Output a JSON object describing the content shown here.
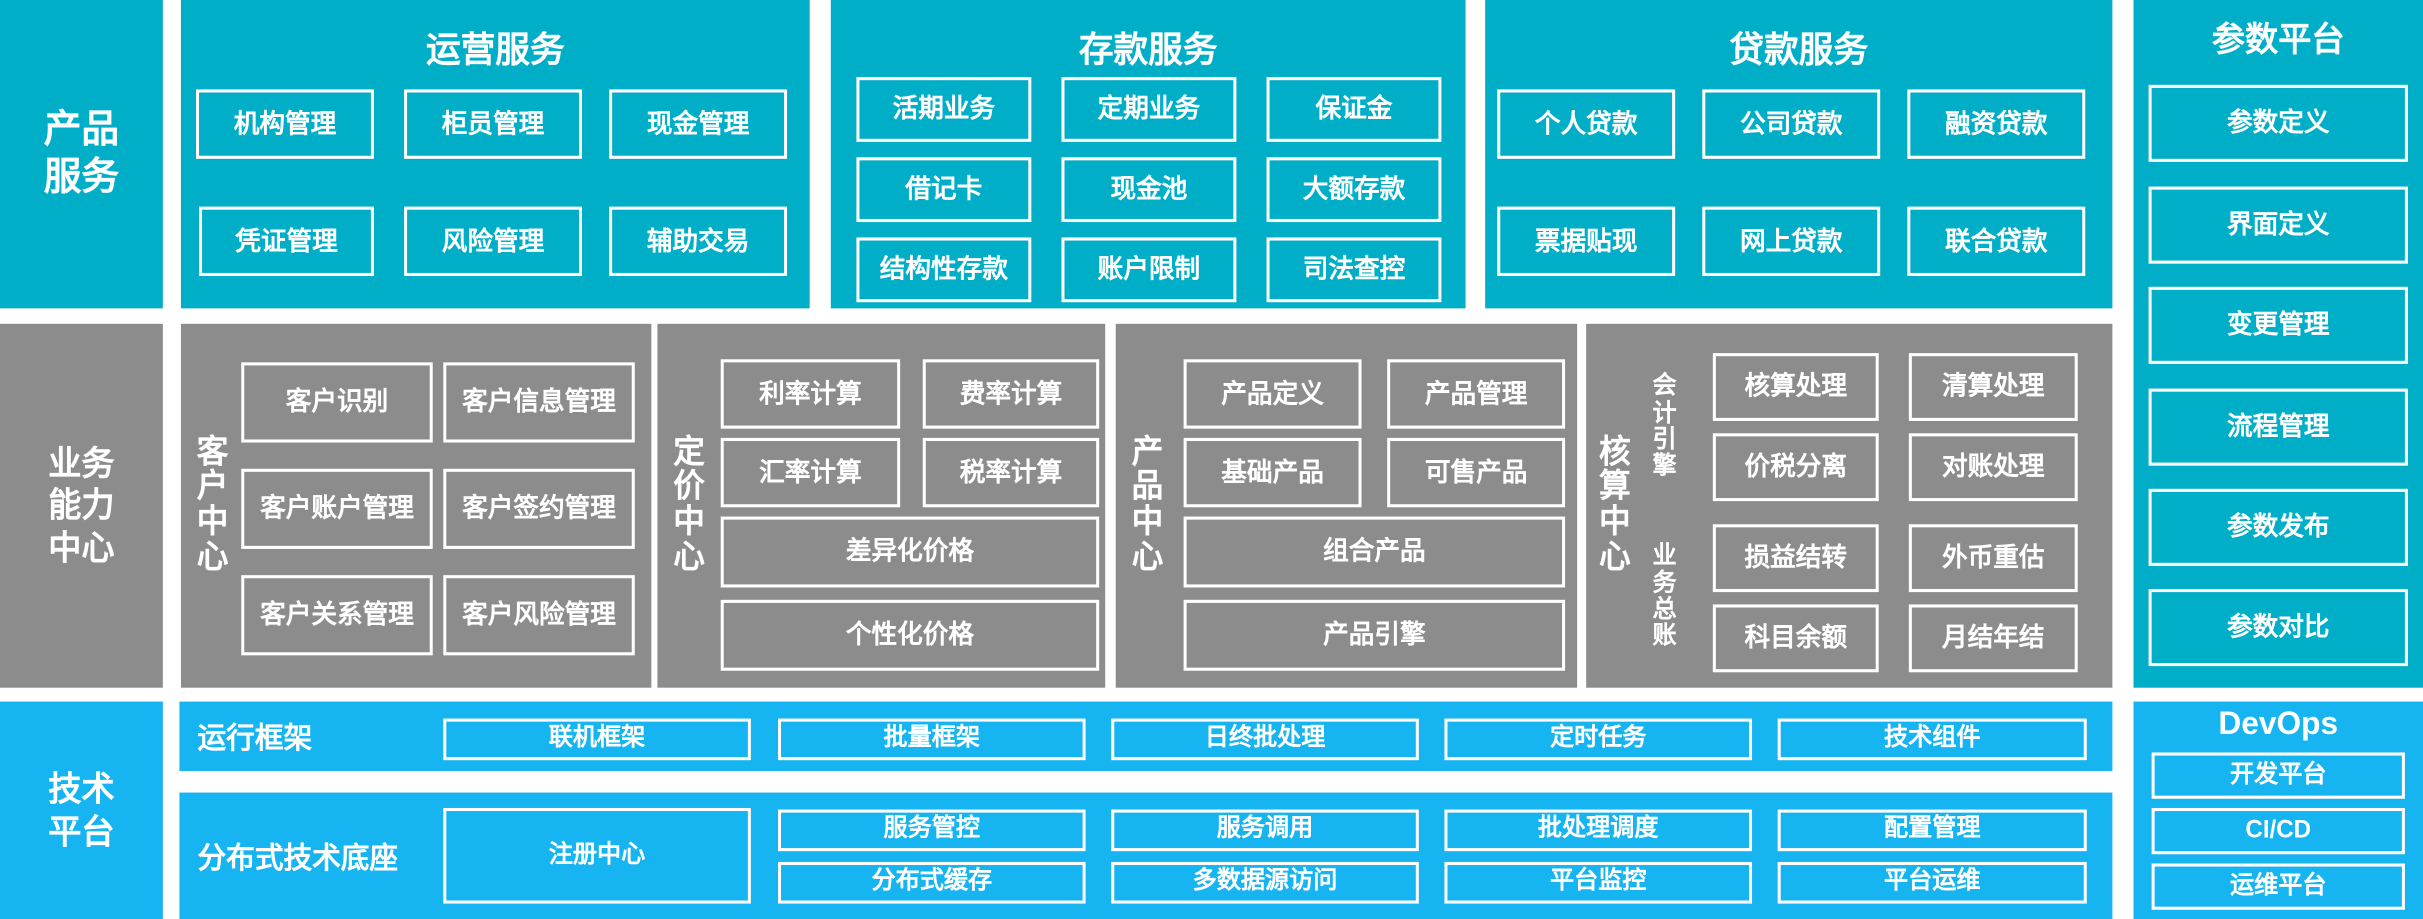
{
  "layers": {
    "product_service": {
      "label": "产品\n服务",
      "line1": "产品",
      "line2": "服务"
    },
    "business_capability": {
      "line1": "业务",
      "line2": "能力",
      "line3": "中心"
    },
    "tech_platform": {
      "line1": "技术",
      "line2": "平台"
    }
  },
  "colors": {
    "teal": "#00AEC7",
    "gray": "#8C8C8C",
    "blue": "#16B4F0",
    "outline": "#FFFFFF",
    "text": "#FFFFFF",
    "background": "#FFFFFF"
  },
  "product_service": {
    "groups": [
      {
        "title": "运营服务",
        "items": [
          "机构管理",
          "柜员管理",
          "现金管理",
          "凭证管理",
          "风险管理",
          "辅助交易"
        ]
      },
      {
        "title": "存款服务",
        "items": [
          "活期业务",
          "定期业务",
          "保证金",
          "借记卡",
          "现金池",
          "大额存款",
          "结构性存款",
          "账户限制",
          "司法查控"
        ]
      },
      {
        "title": "贷款服务",
        "items": [
          "个人贷款",
          "公司贷款",
          "融资贷款",
          "票据贴现",
          "网上贷款",
          "联合贷款"
        ]
      }
    ]
  },
  "parameter_platform": {
    "title": "参数平台",
    "items": [
      "参数定义",
      "界面定义",
      "变更管理",
      "流程管理",
      "参数发布",
      "参数对比"
    ]
  },
  "business_capability": {
    "centers": [
      {
        "name": "客户中心",
        "chars": [
          "客",
          "户",
          "中",
          "心"
        ],
        "items": [
          "客户识别",
          "客户信息管理",
          "客户账户管理",
          "客户签约管理",
          "客户关系管理",
          "客户风险管理"
        ]
      },
      {
        "name": "定价中心",
        "chars": [
          "定",
          "价",
          "中",
          "心"
        ],
        "items": [
          "利率计算",
          "费率计算",
          "汇率计算",
          "税率计算",
          "差异化价格",
          "个性化价格"
        ]
      },
      {
        "name": "产品中心",
        "chars": [
          "产",
          "品",
          "中",
          "心"
        ],
        "items": [
          "产品定义",
          "产品管理",
          "基础产品",
          "可售产品",
          "组合产品",
          "产品引擎"
        ]
      },
      {
        "name": "核算中心",
        "chars": [
          "核",
          "算",
          "中",
          "心"
        ],
        "subgroups": [
          {
            "name": "会计引擎",
            "chars": [
              "会",
              "计",
              "引",
              "擎"
            ],
            "items": [
              "核算处理",
              "清算处理",
              "价税分离",
              "对账处理"
            ]
          },
          {
            "name": "业务总账",
            "chars": [
              "业",
              "务",
              "总",
              "账"
            ],
            "items": [
              "损益结转",
              "外币重估",
              "科目余额",
              "月结年结"
            ]
          }
        ]
      }
    ]
  },
  "tech_platform": {
    "rows": [
      {
        "label": "运行框架",
        "items": [
          "联机框架",
          "批量框架",
          "日终批处理",
          "定时任务",
          "技术组件"
        ]
      },
      {
        "label": "分布式技术底座",
        "wide_item": "注册中心",
        "items_top": [
          "服务管控",
          "服务调用",
          "批处理调度",
          "配置管理"
        ],
        "items_bottom": [
          "分布式缓存",
          "多数据源访问",
          "平台监控",
          "平台运维"
        ]
      }
    ]
  },
  "devops": {
    "title": "DevOps",
    "items": [
      "开发平台",
      "CI/CD",
      "运维平台"
    ]
  }
}
